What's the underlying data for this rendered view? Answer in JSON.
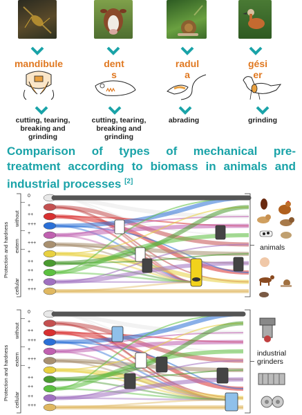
{
  "organisms": [
    {
      "name": "insect",
      "organ_line1": "mandibule",
      "organ_line2": "",
      "function_lines": [
        "cutting, tearing,",
        "breaking and",
        "grinding"
      ],
      "photo_color": "#4a3a22",
      "accent": "#c9a033"
    },
    {
      "name": "cow",
      "organ_line1": "dent",
      "organ_line2": "s",
      "function_lines": [
        "cutting, tearing,",
        "breaking and",
        "grinding"
      ],
      "photo_color": "#5d7a3a",
      "accent": "#7a4a2a"
    },
    {
      "name": "snail",
      "organ_line1": "radul",
      "organ_line2": "a",
      "function_lines": [
        "abrading"
      ],
      "photo_color": "#3e7a2e",
      "accent": "#8a6030"
    },
    {
      "name": "duck",
      "organ_line1": "gési",
      "organ_line2": "er",
      "function_lines": [
        "grinding"
      ],
      "photo_color": "#3c6a2c",
      "accent": "#c46a30"
    }
  ],
  "title_line1": "Comparison of types of mechanical pre-",
  "title_line2": "treatment according to biomass in animals and",
  "title_line3": "industrial processes",
  "title_ref": "[2]",
  "axis_label": "Protection and hardness",
  "groups": {
    "without": "without",
    "extern": "extern",
    "cellular": "cellular"
  },
  "rows": [
    {
      "mark": "0",
      "color": "#e8e8e8"
    },
    {
      "mark": "+",
      "color": "#c45050"
    },
    {
      "mark": "++",
      "color": "#d83030"
    },
    {
      "mark": "+++",
      "color": "#2a6fd6"
    },
    {
      "mark": "+",
      "color": "#c060b0"
    },
    {
      "mark": "+++",
      "color": "#a89070"
    },
    {
      "mark": "+",
      "color": "#e8d040"
    },
    {
      "mark": "++",
      "color": "#4a9a30"
    },
    {
      "mark": "++",
      "color": "#5cc040"
    },
    {
      "mark": "++",
      "color": "#a070c0"
    },
    {
      "mark": "+++",
      "color": "#e0b860"
    }
  ],
  "animals_label": "animals",
  "industrial_label_line1": "industrial",
  "industrial_label_line2": "grinders",
  "colors": {
    "teal": "#1aa3a8",
    "orange": "#e07820"
  }
}
